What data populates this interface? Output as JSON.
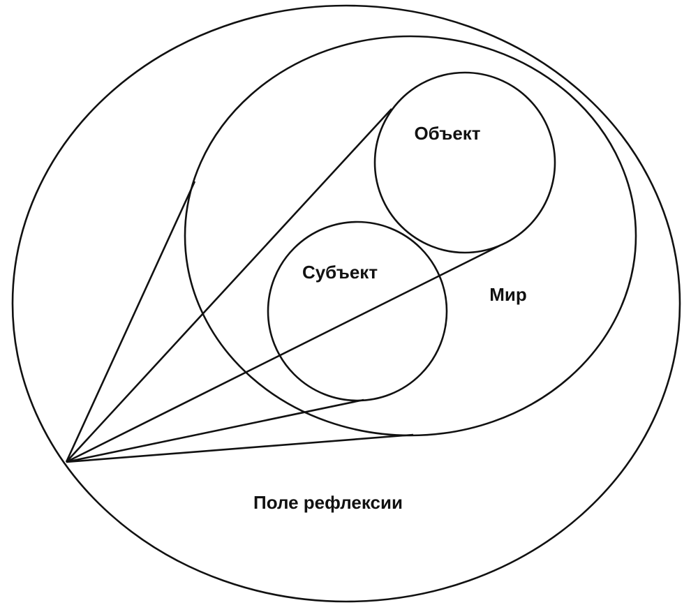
{
  "diagram": {
    "labels": {
      "object": "Объект",
      "subject": "Субъект",
      "world": "Мир",
      "reflection_field": "Поле рефлексии"
    },
    "colors": {
      "stroke": "#111111",
      "background": "#ffffff"
    }
  }
}
